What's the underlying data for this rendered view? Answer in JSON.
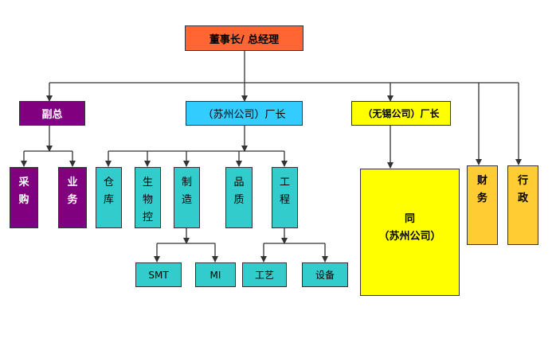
{
  "colors": {
    "orange": "#FF6633",
    "purple": "#800080",
    "cyan": "#33CCFF",
    "yellow": "#FFFF00",
    "teal": "#33CCCC",
    "gold": "#FFCC33",
    "line": "#333333"
  },
  "nodes": {
    "chairman": "董事长/ 总经理",
    "vice": "副总",
    "purchase": "采购",
    "business": "业务",
    "suzhou_factory": "（苏州公司）厂长",
    "warehouse": "仓库",
    "production_control": "生物控",
    "manufacturing": "制造",
    "quality": "品质",
    "engineering": "工程",
    "smt": "SMT",
    "mi": "MI",
    "process": "工艺",
    "equipment": "设备",
    "wuxi_factory": "（无锡公司）厂长",
    "same_line1": "同",
    "same_line2": "（苏州公司）",
    "finance": "财务",
    "admin": "行政"
  }
}
